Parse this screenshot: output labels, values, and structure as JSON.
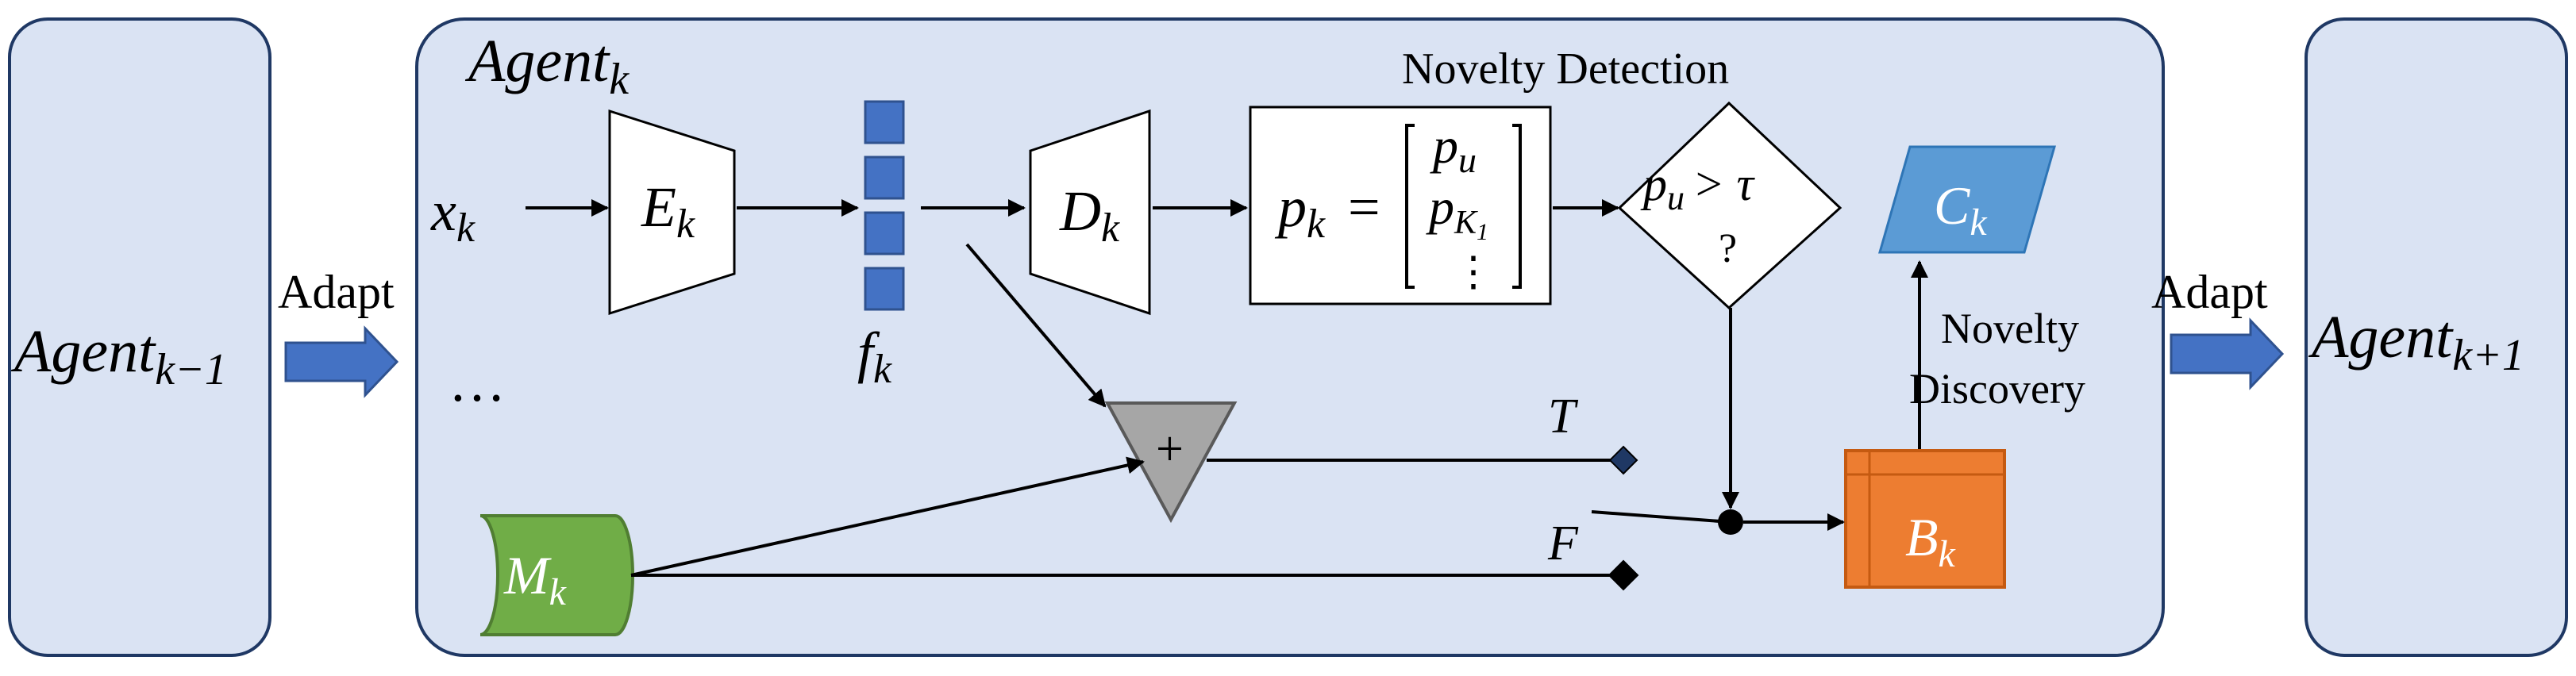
{
  "agent_prev": {
    "base": "Agent",
    "sub": "k−1"
  },
  "agent_current": {
    "base": "Agent",
    "sub": "k"
  },
  "agent_next": {
    "base": "Agent",
    "sub": "k+1"
  },
  "adapt_left": "Adapt",
  "adapt_right": "Adapt",
  "input": {
    "base": "x",
    "sub": "k"
  },
  "ellipsis": "…",
  "encoder": {
    "base": "E",
    "sub": "k"
  },
  "features": {
    "base": "f",
    "sub": "k"
  },
  "decoder": {
    "base": "D",
    "sub": "k"
  },
  "novelty_detection_title": "Novelty Detection",
  "prob_vector": {
    "lhs_base": "p",
    "lhs_sub": "k",
    "equals": "=",
    "row1_base": "p",
    "row1_sub": "u",
    "row2_base": "p",
    "row2_sub": "K",
    "row2_subsub": "1",
    "row3": "⋮"
  },
  "decision": {
    "base": "p",
    "sub": "u",
    "op": "> τ",
    "q": "?"
  },
  "concept": {
    "base": "C",
    "sub": "k"
  },
  "buffer": {
    "base": "B",
    "sub": "k"
  },
  "memory": {
    "base": "M",
    "sub": "k"
  },
  "sum_symbol": "+",
  "true_label": "T",
  "false_label": "F",
  "novelty_discovery_line1": "Novelty",
  "novelty_discovery_line2": "Discovery",
  "colors": {
    "panel_fill": "#dae3f3",
    "panel_stroke": "#1f3864",
    "arrow_blue": "#4472c4",
    "feature_blue": "#4472c4",
    "concept_blue": "#5b9bd5",
    "buffer_orange": "#ed7d31",
    "memory_green": "#70ad47",
    "sum_gray": "#a6a6a6"
  }
}
